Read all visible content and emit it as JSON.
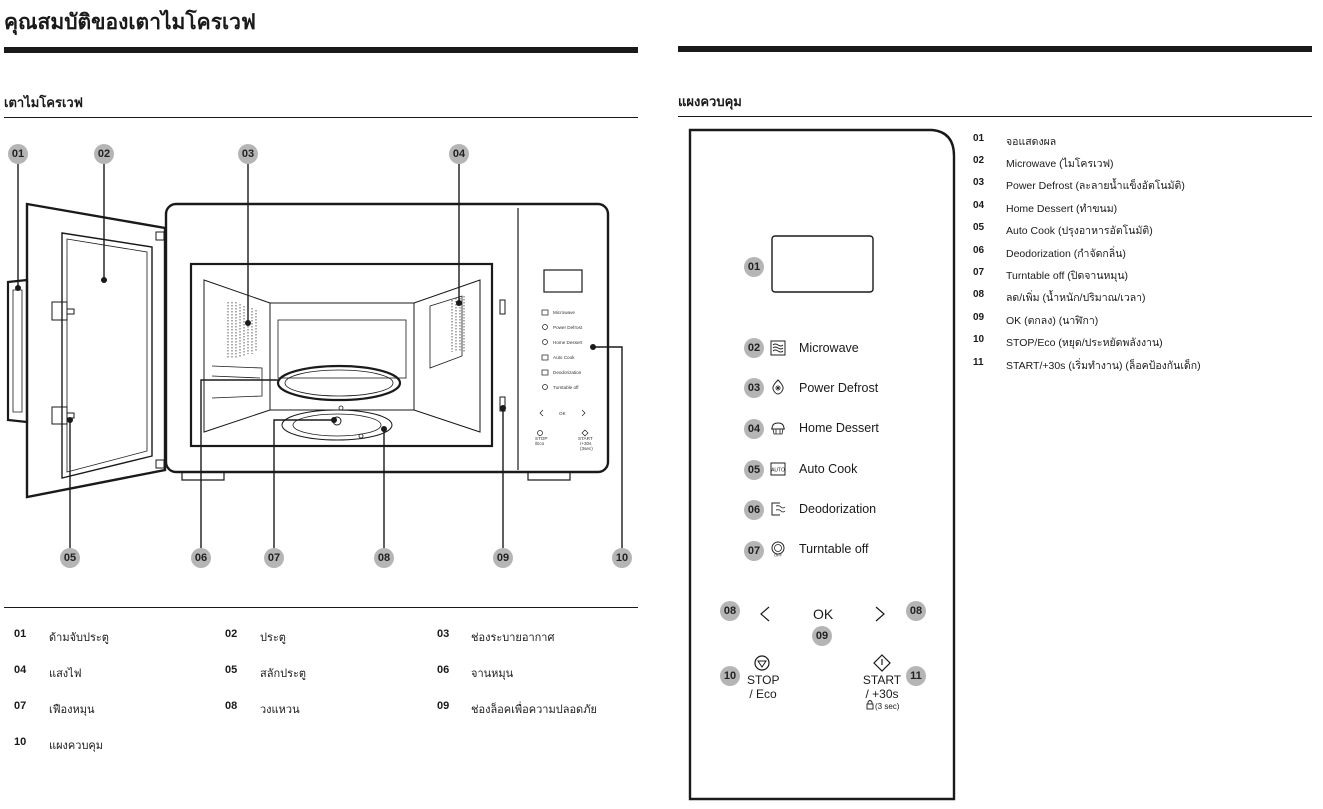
{
  "page_title": "คุณสมบัติของเตาไมโครเวฟ",
  "microwave_section": {
    "heading": "เตาไมโครเวฟ",
    "callouts": [
      "01",
      "02",
      "03",
      "04",
      "05",
      "06",
      "07",
      "08",
      "09",
      "10"
    ],
    "mini_panel": {
      "labels": [
        "Microwave",
        "Power Defrost",
        "Home Dessert",
        "Auto Cook",
        "Deodorization",
        "Turntable off"
      ],
      "ok": "OK",
      "stop": "STOP",
      "stop_sub": "/Eco",
      "start": "START",
      "start_sub": "/+30s",
      "start_lock": "(3sec)"
    },
    "legend": [
      {
        "num": "01",
        "text": "ด้ามจับประตู"
      },
      {
        "num": "02",
        "text": "ประตู"
      },
      {
        "num": "03",
        "text": "ช่องระบายอากาศ"
      },
      {
        "num": "04",
        "text": "แสงไฟ"
      },
      {
        "num": "05",
        "text": "สลักประตู"
      },
      {
        "num": "06",
        "text": "จานหมุน"
      },
      {
        "num": "07",
        "text": "เฟืองหมุน"
      },
      {
        "num": "08",
        "text": "วงแหวน"
      },
      {
        "num": "09",
        "text": "ช่องล็อคเพื่อความปลอดภัย"
      },
      {
        "num": "10",
        "text": "แผงควบคุม"
      }
    ]
  },
  "panel_section": {
    "heading": "แผงควบคุม",
    "display_badge": "01",
    "buttons": [
      {
        "num": "02",
        "label": "Microwave",
        "icon": "microwave-waves-icon"
      },
      {
        "num": "03",
        "label": "Power Defrost",
        "icon": "defrost-icon"
      },
      {
        "num": "04",
        "label": "Home Dessert",
        "icon": "dessert-icon"
      },
      {
        "num": "05",
        "label": "Auto Cook",
        "icon": "auto-cook-icon"
      },
      {
        "num": "06",
        "label": "Deodorization",
        "icon": "deodorization-icon"
      },
      {
        "num": "07",
        "label": "Turntable off",
        "icon": "turntable-off-icon"
      }
    ],
    "left_arrow_badge": "08",
    "right_arrow_badge": "08",
    "ok_label": "OK",
    "ok_badge": "09",
    "stop_badge": "10",
    "stop_label": "STOP",
    "stop_sub": "/ Eco",
    "start_badge": "11",
    "start_label": "START",
    "start_sub": "/ +30s",
    "start_lock": "(3 sec)",
    "list": [
      {
        "num": "01",
        "text": "จอแสดงผล"
      },
      {
        "num": "02",
        "text": "Microwave (ไมโครเวฟ)"
      },
      {
        "num": "03",
        "text": "Power Defrost (ละลายน้ำแข็งอัตโนมัติ)"
      },
      {
        "num": "04",
        "text": "Home Dessert (ทำขนม)"
      },
      {
        "num": "05",
        "text": "Auto Cook (ปรุงอาหารอัตโนมัติ)"
      },
      {
        "num": "06",
        "text": "Deodorization (กำจัดกลิ่น)"
      },
      {
        "num": "07",
        "text": "Turntable off (ปิดจานหมุน)"
      },
      {
        "num": "08",
        "text": "ลด/เพิ่ม (น้ำหนัก/ปริมาณ/เวลา)"
      },
      {
        "num": "09",
        "text": "OK (ตกลง) (นาฬิกา)"
      },
      {
        "num": "10",
        "text": "STOP/Eco (หยุด/ประหยัดพลังงาน)"
      },
      {
        "num": "11",
        "text": "START/+30s (เริ่มทำงาน) (ล็อคป้องกันเด็ก)"
      }
    ]
  }
}
